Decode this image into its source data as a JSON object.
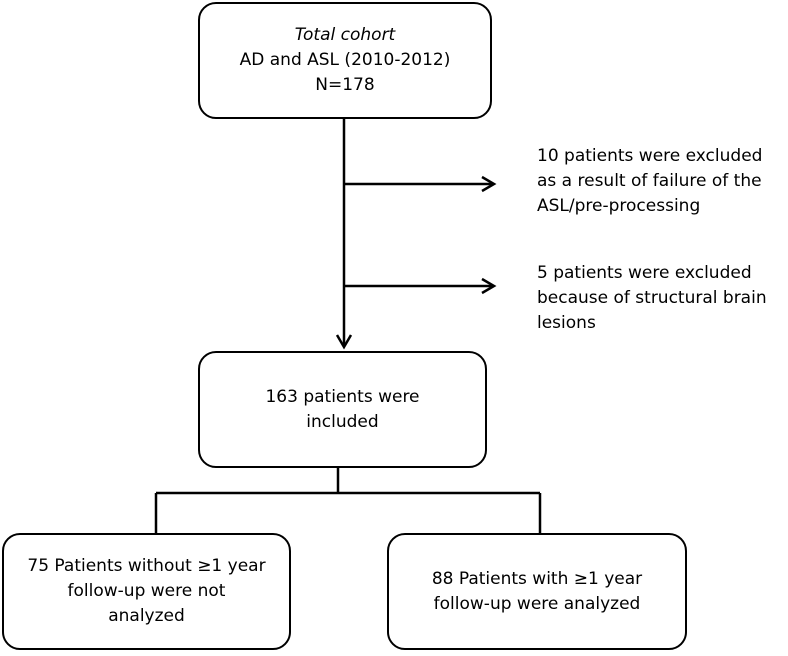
{
  "flowchart": {
    "total_cohort": {
      "title": "Total cohort",
      "line1": "AD and ASL (2010-2012)",
      "line2": "N=178"
    },
    "exclusion_1": {
      "line1": "10 patients were excluded",
      "line2": "as a result of failure of the",
      "line3": "ASL/pre-processing"
    },
    "exclusion_2": {
      "line1": "5 patients were excluded",
      "line2": "because of structural brain",
      "line3": "lesions"
    },
    "included": {
      "line1": "163 patients were",
      "line2": "included"
    },
    "not_analyzed": {
      "line1": "75 Patients without ≥1 year",
      "line2": "follow-up were not",
      "line3": "analyzed"
    },
    "analyzed": {
      "line1": "88 Patients with ≥1 year",
      "line2": "follow-up were analyzed"
    }
  }
}
